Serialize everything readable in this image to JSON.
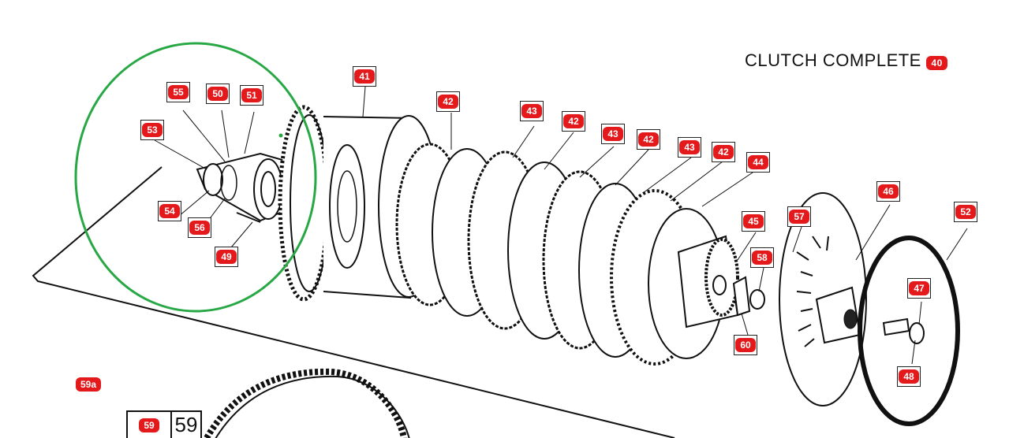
{
  "title": "CLUTCH COMPLETE",
  "title_badge": "40",
  "highlight_color": "#27a844",
  "badge_color": "#e3191b",
  "parts": [
    {
      "id": "p41",
      "label": "41"
    },
    {
      "id": "p42a",
      "label": "42"
    },
    {
      "id": "p43a",
      "label": "43"
    },
    {
      "id": "p42b",
      "label": "42"
    },
    {
      "id": "p43b",
      "label": "43"
    },
    {
      "id": "p42c",
      "label": "42"
    },
    {
      "id": "p43c",
      "label": "43"
    },
    {
      "id": "p42d",
      "label": "42"
    },
    {
      "id": "p44",
      "label": "44"
    },
    {
      "id": "p55",
      "label": "55"
    },
    {
      "id": "p50",
      "label": "50"
    },
    {
      "id": "p51",
      "label": "51"
    },
    {
      "id": "p53",
      "label": "53"
    },
    {
      "id": "p54",
      "label": "54"
    },
    {
      "id": "p56",
      "label": "56"
    },
    {
      "id": "p49",
      "label": "49"
    },
    {
      "id": "p45",
      "label": "45"
    },
    {
      "id": "p57",
      "label": "57"
    },
    {
      "id": "p46",
      "label": "46"
    },
    {
      "id": "p52",
      "label": "52"
    },
    {
      "id": "p58",
      "label": "58"
    },
    {
      "id": "p47",
      "label": "47"
    },
    {
      "id": "p60",
      "label": "60"
    },
    {
      "id": "p48",
      "label": "48"
    }
  ],
  "chain_label": "59a",
  "bottom_box": {
    "badge": "59",
    "text": "59"
  }
}
